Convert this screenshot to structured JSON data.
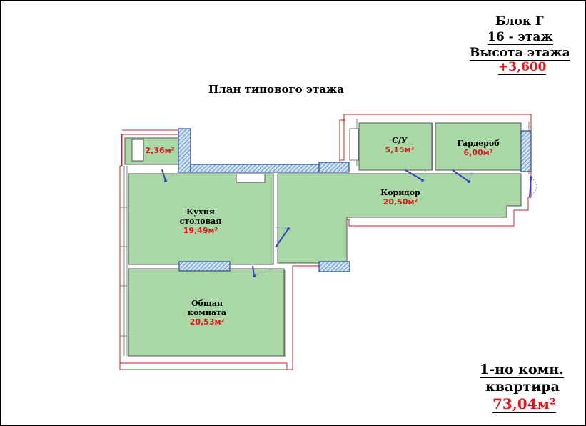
{
  "header": {
    "block": "Блок Г",
    "floor": "16 - этаж",
    "height_label": "Высота этажа",
    "height_value": "+3,600"
  },
  "plan_title": "План типового этажа",
  "rooms": [
    {
      "id": "balcony",
      "area": "2,36м²"
    },
    {
      "id": "bathroom",
      "name": "С/У",
      "area": "5,15м²"
    },
    {
      "id": "wardrobe",
      "name": "Гардероб",
      "area": "6,00м²"
    },
    {
      "id": "corridor",
      "name": "Коридор",
      "area": "20,50м²"
    },
    {
      "id": "kitchen",
      "name_lines": [
        "Кухня",
        "столовая"
      ],
      "area": "19,49м²"
    },
    {
      "id": "living",
      "name_lines": [
        "Общая",
        "комната"
      ],
      "area": "20,53м²"
    }
  ],
  "apartment": {
    "type_line1": "1-но комн.",
    "type_line2": "квартира",
    "total_area": "73,04м²"
  },
  "colors": {
    "room_fill": "#a9d7a6",
    "wall_hatch": "#6fa8dc",
    "door": "#3b3fc4",
    "outline": "#c0252a",
    "accent": "#e3161b"
  }
}
